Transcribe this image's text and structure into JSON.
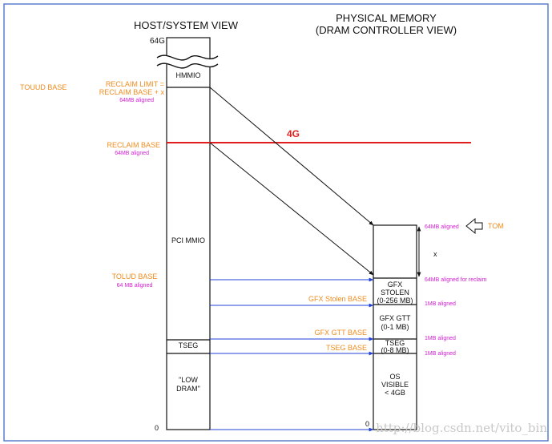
{
  "header": {
    "host_title": "HOST/SYSTEM VIEW",
    "phys_title_1": "PHYSICAL MEMORY",
    "phys_title_2": "(DRAM CONTROLLER VIEW)"
  },
  "host": {
    "top_label": "64G",
    "bottom_label": "0",
    "regions": {
      "hmmio": "HMMIO",
      "pci_mmio": "PCI MMIO",
      "tseg": "TSEG",
      "low_dram_1": "\"LOW",
      "low_dram_2": "DRAM\""
    }
  },
  "left_labels": {
    "touud": "TOUUD BASE",
    "reclaim_limit_1": "RECLAIM LIMIT =",
    "reclaim_limit_2": "RECLAIM BASE + x",
    "reclaim_limit_align": "64MB aligned",
    "reclaim_base": "RECLAIM BASE",
    "reclaim_base_align": "64MB aligned",
    "tolud": "TOLUD BASE",
    "tolud_align": "64 MB aligned"
  },
  "line_4g": "4G",
  "arrow_labels": {
    "gfx_stolen_base": "GFX Stolen BASE",
    "gfx_gtt_base": "GFX GTT BASE",
    "tseg_base": "TSEG BASE"
  },
  "phys": {
    "gfx_stolen_1": "GFX",
    "gfx_stolen_2": "STOLEN",
    "gfx_stolen_3": "(0-256 MB)",
    "gfx_gtt_1": "GFX GTT",
    "gfx_gtt_2": "(0-1 MB)",
    "tseg_1": "TSEG",
    "tseg_2": "(0-8 MB)",
    "os_1": "OS",
    "os_2": "VISIBLE",
    "os_3": "< 4GB",
    "bottom_label": "0",
    "x_label": "x"
  },
  "right_labels": {
    "tom_align": "64MB aligned",
    "tom": "TOM",
    "reclaim_align": "64MB aligned for reclaim",
    "stolen_align": "1MB aligned",
    "gtt_align": "1MB aligned",
    "tseg_align": "1MB aligned"
  },
  "watermark": "http://blog.csdn.net/vito_bin",
  "colors": {
    "orange": "#f08c1e",
    "magenta": "#d21ed2",
    "red": "#e01e1e",
    "blue": "#2040d8",
    "frame_blue": "#5b7fd0"
  }
}
